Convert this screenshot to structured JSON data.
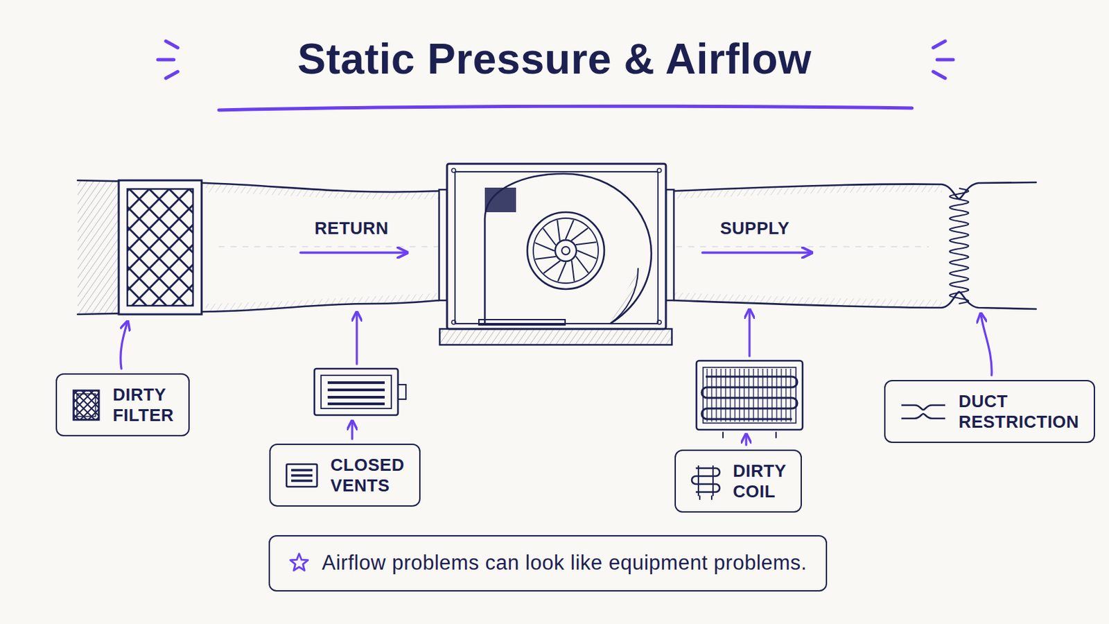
{
  "diagram": {
    "title": "Static Pressure & Airflow",
    "nodes": [
      {
        "text": [
          "DIRTY FILTER"
        ]
      },
      {
        "text": [
          "CLOSED VENTS"
        ]
      },
      {
        "text": [
          "DIRTY COIL"
        ]
      },
      {
        "text": [
          "DUCT RESTRICTION"
        ]
      },
      {
        "text": [
          "Airflow problems can look like equipment problems."
        ]
      }
    ],
    "labels": [
      "RETURN",
      "SUPPLY"
    ]
  }
}
